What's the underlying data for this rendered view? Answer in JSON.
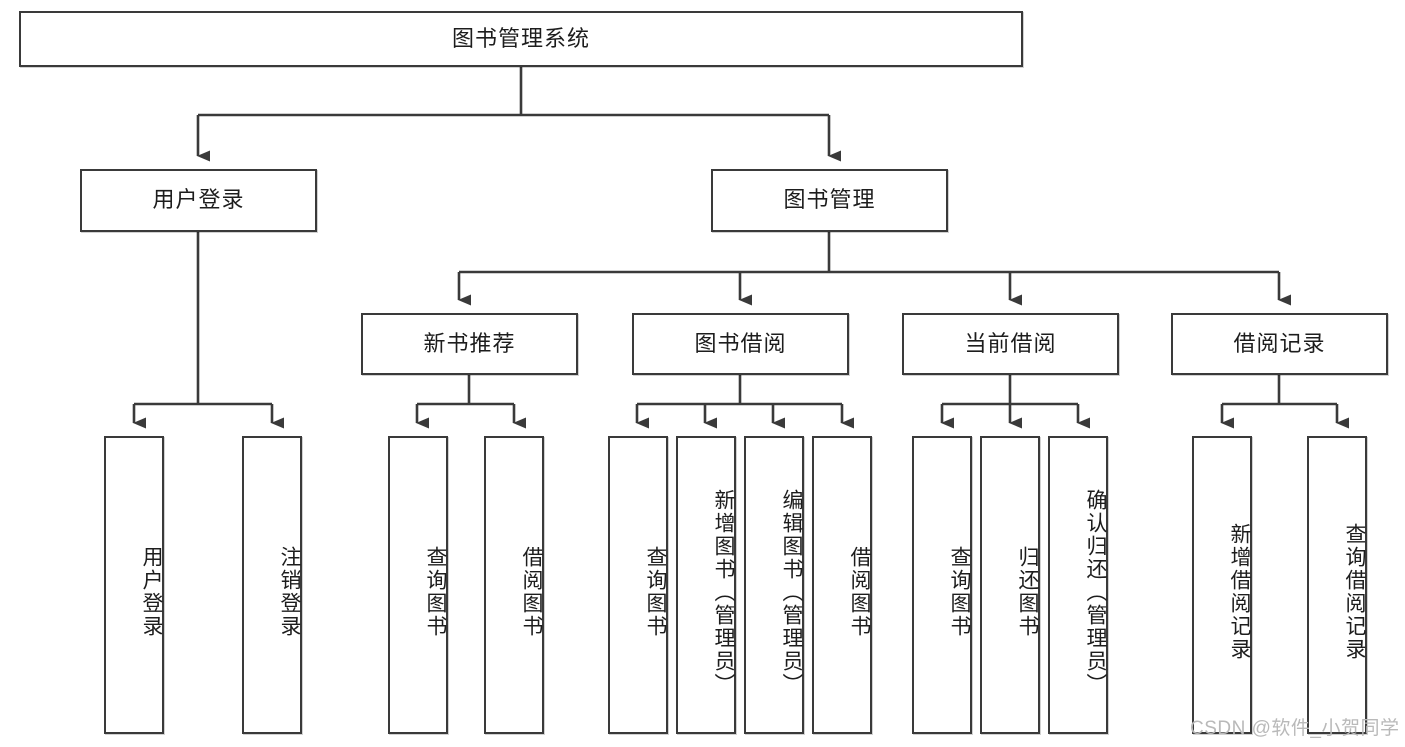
{
  "diagram": {
    "title": "图书管理系统",
    "type": "tree-hierarchy",
    "root": {
      "label": "图书管理系统"
    },
    "level2": [
      {
        "label": "用户登录"
      },
      {
        "label": "图书管理"
      }
    ],
    "level3": [
      {
        "label": "新书推荐"
      },
      {
        "label": "图书借阅"
      },
      {
        "label": "当前借阅"
      },
      {
        "label": "借阅记录"
      }
    ],
    "leaves": {
      "user_login": [
        {
          "label": "用户登录"
        },
        {
          "label": "注销登录"
        }
      ],
      "new_book_recommend": [
        {
          "label": "查询图书"
        },
        {
          "label": "借阅图书"
        }
      ],
      "book_borrow": [
        {
          "label": "查询图书"
        },
        {
          "label": "新增图书（管理员）"
        },
        {
          "label": "编辑图书（管理员）"
        },
        {
          "label": "借阅图书"
        }
      ],
      "current_borrow": [
        {
          "label": "查询图书"
        },
        {
          "label": "归还图书"
        },
        {
          "label": "确认归还（管理员）"
        }
      ],
      "borrow_record": [
        {
          "label": "新增借阅记录"
        },
        {
          "label": "查询借阅记录"
        }
      ]
    }
  },
  "watermark": {
    "text": "CSDN @软件_小贺同学"
  },
  "colors": {
    "border": "#3a3a3a",
    "text": "#1d1d1d",
    "background": "#ffffff",
    "watermark": "#b9b9b9"
  }
}
